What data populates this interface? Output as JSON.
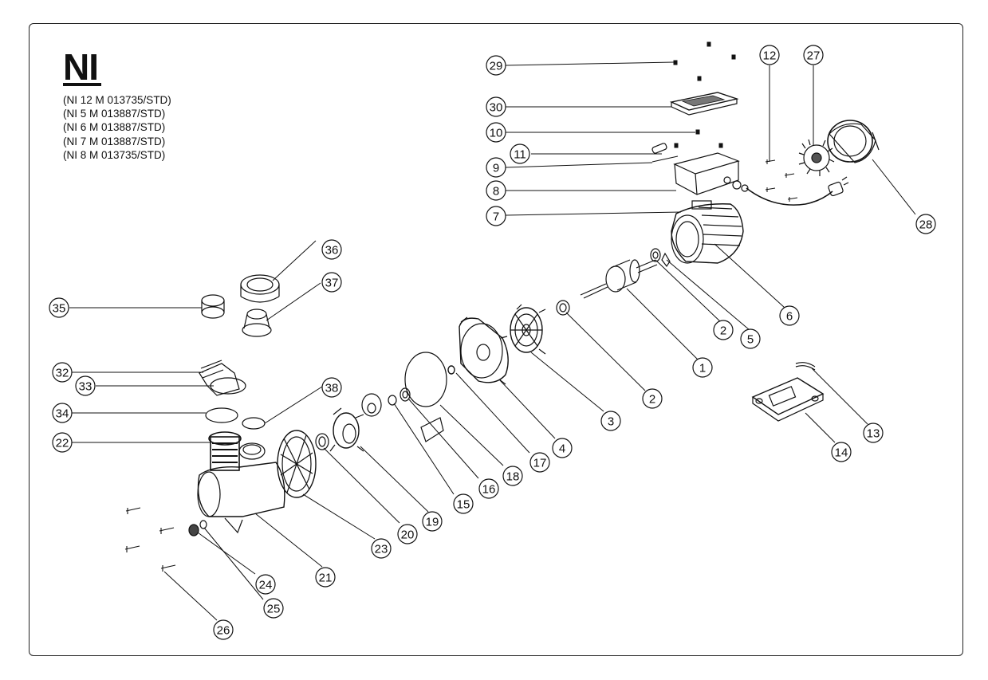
{
  "title": "NI",
  "models": [
    "(NI 12 M  013735/STD)",
    "(NI 5 M 013887/STD)",
    "(NI 6 M 013887/STD)",
    "(NI 7 M 013887/STD)",
    "(NI 8 M 013735/STD)"
  ],
  "part_labels": [
    "1",
    "2",
    "2",
    "3",
    "4",
    "5",
    "6",
    "7",
    "8",
    "9",
    "10",
    "11",
    "12",
    "13",
    "14",
    "15",
    "16",
    "17",
    "18",
    "19",
    "20",
    "21",
    "22",
    "23",
    "24",
    "25",
    "26",
    "27",
    "28",
    "29",
    "30",
    "32",
    "33",
    "34",
    "35",
    "36",
    "37",
    "38"
  ]
}
